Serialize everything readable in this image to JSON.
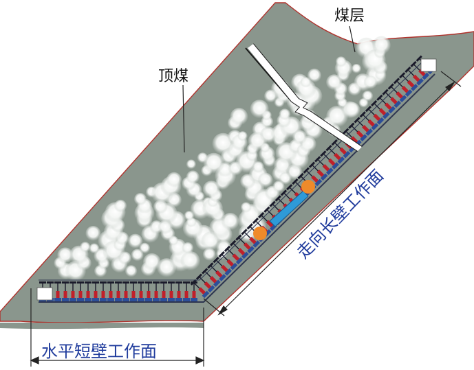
{
  "labels": {
    "coal_seam": "煤层",
    "top_coal": "顶煤",
    "strike_longwall_face": "走向长壁工作面",
    "horizontal_shortwall_face": "水平短壁工作面"
  },
  "colors": {
    "seam_fill": "#8a968d",
    "seam_edge": "#b0302a",
    "support_dark": "#1a1a2a",
    "support_red": "#c0202a",
    "support_blue": "#2d4f9a",
    "conveyor_blue": "#2e9ad8",
    "roller_orange": "#ef8a2a",
    "label_blue": "#1f3b9c",
    "cloud_white": "#ffffff"
  },
  "icons": [
    "hydraulic-support-icon",
    "shearer-icon",
    "break-line-icon"
  ]
}
